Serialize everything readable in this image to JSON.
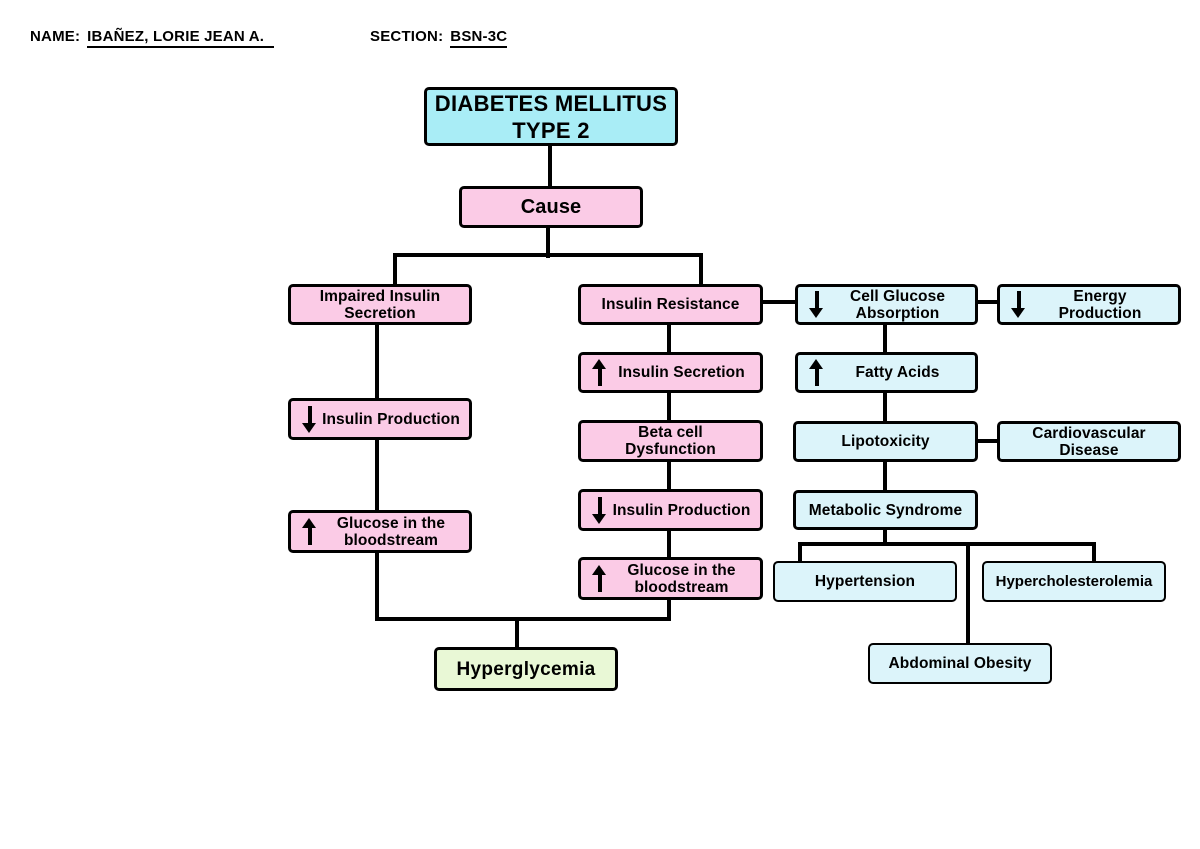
{
  "header": {
    "name_label": "NAME:",
    "name_value": "IBAÑEZ, LORIE JEAN A.",
    "section_label": "SECTION:",
    "section_value": "BSN-3C"
  },
  "colors": {
    "title_box": "#a9edf6",
    "cause_chain_box": "#fbcbe6",
    "consequence_box": "#dcf4fa",
    "outcome_box": "#e9f8d6",
    "border_and_lines": "#000000",
    "background": "#ffffff"
  },
  "nodes": {
    "title": {
      "line1": "DIABETES MELLITUS",
      "line2": "TYPE 2"
    },
    "cause": {
      "label": "Cause"
    },
    "impaired_insulin_secretion": {
      "line1": "Impaired Insulin",
      "line2": "Secretion"
    },
    "insulin_resistance": {
      "label": "Insulin Resistance"
    },
    "insulin_production_left": {
      "arrow": "down",
      "label": "Insulin Production"
    },
    "glucose_bloodstream_left": {
      "arrow": "up",
      "line1": "Glucose in the",
      "line2": "bloodstream"
    },
    "insulin_secretion_increase": {
      "arrow": "up",
      "label": "Insulin Secretion"
    },
    "beta_cell_dysfunction": {
      "line1": "Beta cell",
      "line2": "Dysfunction"
    },
    "insulin_production_mid": {
      "arrow": "down",
      "label": "Insulin Production"
    },
    "glucose_bloodstream_mid": {
      "arrow": "up",
      "line1": "Glucose in the",
      "line2": "bloodstream"
    },
    "cell_glucose_absorption": {
      "arrow": "down",
      "line1": "Cell Glucose",
      "line2": "Absorption"
    },
    "energy_production": {
      "arrow": "down",
      "line1": "Energy",
      "line2": "Production"
    },
    "fatty_acids": {
      "arrow": "up",
      "label": "Fatty Acids"
    },
    "lipotoxicity": {
      "label": "Lipotoxicity"
    },
    "cardiovascular_disease": {
      "line1": "Cardiovascular",
      "line2": "Disease"
    },
    "metabolic_syndrome": {
      "label": "Metabolic Syndrome"
    },
    "hypertension": {
      "label": "Hypertension"
    },
    "hypercholesterolemia": {
      "label": "Hypercholesterolemia"
    },
    "abdominal_obesity": {
      "label": "Abdominal Obesity"
    },
    "hyperglycemia": {
      "label": "Hyperglycemia"
    }
  },
  "edges": [
    [
      "title",
      "cause"
    ],
    [
      "cause",
      "impaired_insulin_secretion"
    ],
    [
      "cause",
      "insulin_resistance"
    ],
    [
      "impaired_insulin_secretion",
      "insulin_production_left"
    ],
    [
      "insulin_production_left",
      "glucose_bloodstream_left"
    ],
    [
      "glucose_bloodstream_left",
      "hyperglycemia"
    ],
    [
      "insulin_resistance",
      "insulin_secretion_increase"
    ],
    [
      "insulin_secretion_increase",
      "beta_cell_dysfunction"
    ],
    [
      "beta_cell_dysfunction",
      "insulin_production_mid"
    ],
    [
      "insulin_production_mid",
      "glucose_bloodstream_mid"
    ],
    [
      "glucose_bloodstream_mid",
      "hyperglycemia"
    ],
    [
      "insulin_resistance",
      "cell_glucose_absorption"
    ],
    [
      "cell_glucose_absorption",
      "energy_production"
    ],
    [
      "cell_glucose_absorption",
      "fatty_acids"
    ],
    [
      "fatty_acids",
      "lipotoxicity"
    ],
    [
      "lipotoxicity",
      "cardiovascular_disease"
    ],
    [
      "lipotoxicity",
      "metabolic_syndrome"
    ],
    [
      "metabolic_syndrome",
      "hypertension"
    ],
    [
      "metabolic_syndrome",
      "hypercholesterolemia"
    ],
    [
      "metabolic_syndrome",
      "abdominal_obesity"
    ]
  ]
}
